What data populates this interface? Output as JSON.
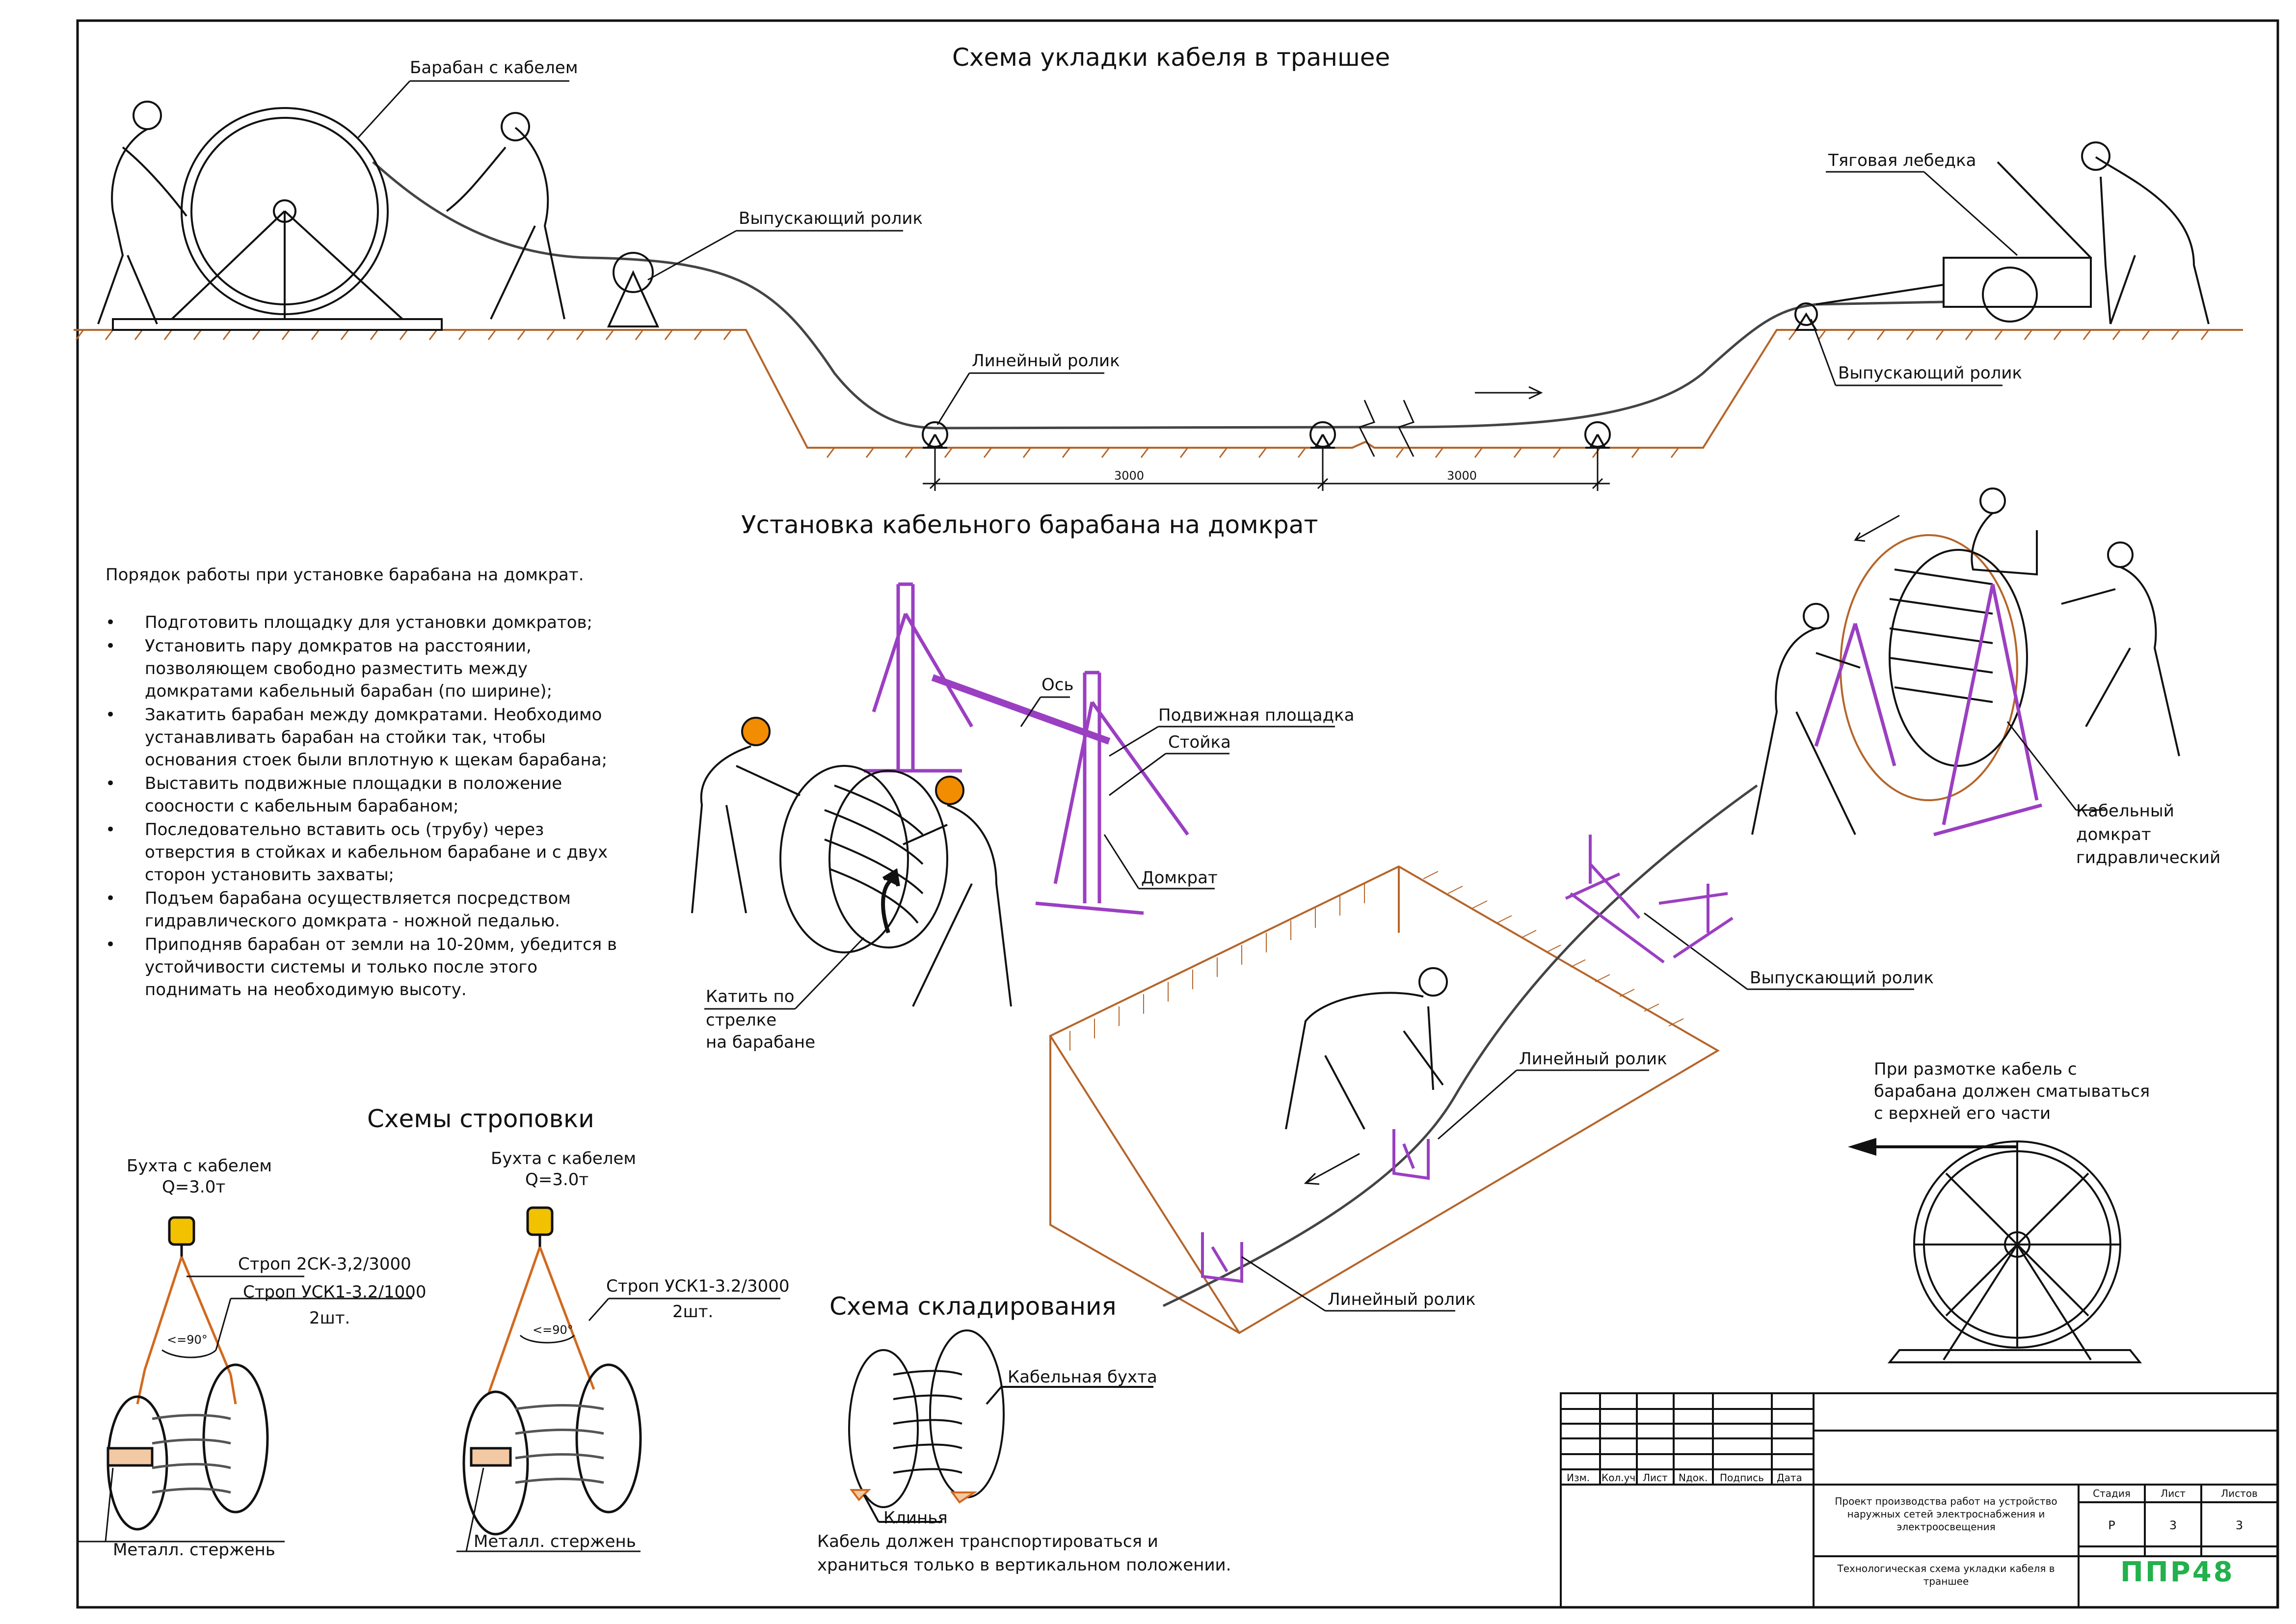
{
  "titles": {
    "trench": "Схема укладки кабеля в траншее",
    "jack": "Установка кабельного барабана на домкрат",
    "slinging": "Схемы строповки",
    "storage": "Схема складирования"
  },
  "trench_labels": {
    "drum": "Барабан с кабелем",
    "release_roller_left": "Выпускающий ролик",
    "linear_roller": "Линейный ролик",
    "winch": "Тяговая лебедка",
    "release_roller_right": "Выпускающий ролик",
    "dim_1": "3000",
    "dim_2": "3000"
  },
  "procedure": {
    "heading": "Порядок работы при установке барабана на домкрат.",
    "steps": [
      "Подготовить площадку для установки домкратов;",
      "Установить пару домкратов на расстоянии, позволяющем свободно разместить между домкратами кабельный барабан (по ширине);",
      "Закатить барабан между домкратами. Необходимо устанавливать барабан на стойки так, чтобы основания стоек были вплотную к щекам барабана;",
      "Выставить подвижные площадки в положение соосности с кабельным барабаном;",
      "Последовательно вставить ось (трубу) через отверстия в стойках и кабельном барабане и с двух сторон установить захваты;",
      "Подъем барабана осуществляется посредством гидравлического домкрата - ножной педалью.",
      "Приподняв барабан от земли на 10-20мм, убедится в устойчивости системы и только после этого поднимать на необходимую высоту."
    ]
  },
  "jack_labels": {
    "axis": "Ось",
    "platform": "Подвижная площадка",
    "stand": "Стойка",
    "jack": "Домкрат",
    "roll_line1": "Катить по",
    "roll_line2": "стрелке",
    "roll_line3": "на барабане"
  },
  "right_labels": {
    "hydro_line1": "Кабельный",
    "hydro_line2": "домкрат",
    "hydro_line3": "гидравлический",
    "release_roller": "Выпускающий ролик",
    "linear_roller_1": "Линейный ролик",
    "linear_roller_2": "Линейный ролик",
    "note_line1": "При размотке кабель с",
    "note_line2": "барабана должен сматываться",
    "note_line3": "с верхней его части"
  },
  "sling_left": {
    "coil_line1": "Бухта с кабелем",
    "coil_line2": "Q=3.0т",
    "strop1": "Строп 2СК-3,2/3000",
    "strop2": "Строп УСК1-3.2/1000",
    "qty": "2шт.",
    "angle": "<=90°",
    "rod": "Металл. стержень"
  },
  "sling_right": {
    "coil_line1": "Бухта с кабелем",
    "coil_line2": "Q=3.0т",
    "strop": "Строп УСК1-3.2/3000",
    "qty": "2шт.",
    "angle": "<=90°",
    "rod": "Металл. стержень"
  },
  "storage": {
    "coil": "Кабельная бухта",
    "wedges": "Клинья",
    "note_line1": "Кабель должен транспортироваться и",
    "note_line2": "храниться только в вертикальном положении."
  },
  "stamp": {
    "cols": [
      "Изм.",
      "Кол.уч",
      "Лист",
      "Nдок.",
      "Подпись",
      "Дата"
    ],
    "project": "Проект производства работ на устройство наружных сетей электроснабжения и электроосвещения",
    "sheet_title": "Технологическая схема укладки кабеля в траншее",
    "stage_h": "Стадия",
    "sheet_h": "Лист",
    "sheets_h": "Листов",
    "stage": "Р",
    "sheet": "3",
    "sheets": "3",
    "brand": "ППР48"
  },
  "colors": {
    "ink": "#111111",
    "ground": "#b5652a",
    "jack": "#9b3fc2",
    "sling": "#d2691e",
    "brand": "#22b14c",
    "hook": "#f2c200"
  }
}
